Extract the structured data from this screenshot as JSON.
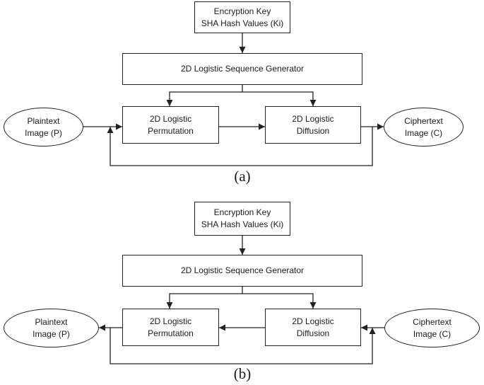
{
  "diagrams": [
    {
      "key_box": {
        "line1": "Encryption Key",
        "line2": "SHA Hash Values (Ki)"
      },
      "generator": "2D Logistic Sequence Generator",
      "permutation": {
        "line1": "2D Logistic",
        "line2": "Permutation"
      },
      "diffusion": {
        "line1": "2D Logistic",
        "line2": "Diffusion"
      },
      "plaintext": {
        "line1": "Plaintext",
        "line2": "Image (P)"
      },
      "ciphertext": {
        "line1": "Ciphertext",
        "line2": "Image (C)"
      },
      "caption": "(a)"
    },
    {
      "key_box": {
        "line1": "Encryption Key",
        "line2": "SHA Hash Values (Ki)"
      },
      "generator": "2D Logistic Sequence Generator",
      "permutation": {
        "line1": "2D Logistic",
        "line2": "Permutation"
      },
      "diffusion": {
        "line1": "2D Logistic",
        "line2": "Diffusion"
      },
      "plaintext": {
        "line1": "Plaintext",
        "line2": "Image (P)"
      },
      "ciphertext": {
        "line1": "Ciphertext",
        "line2": "Image (C)"
      },
      "caption": "(b)"
    }
  ]
}
